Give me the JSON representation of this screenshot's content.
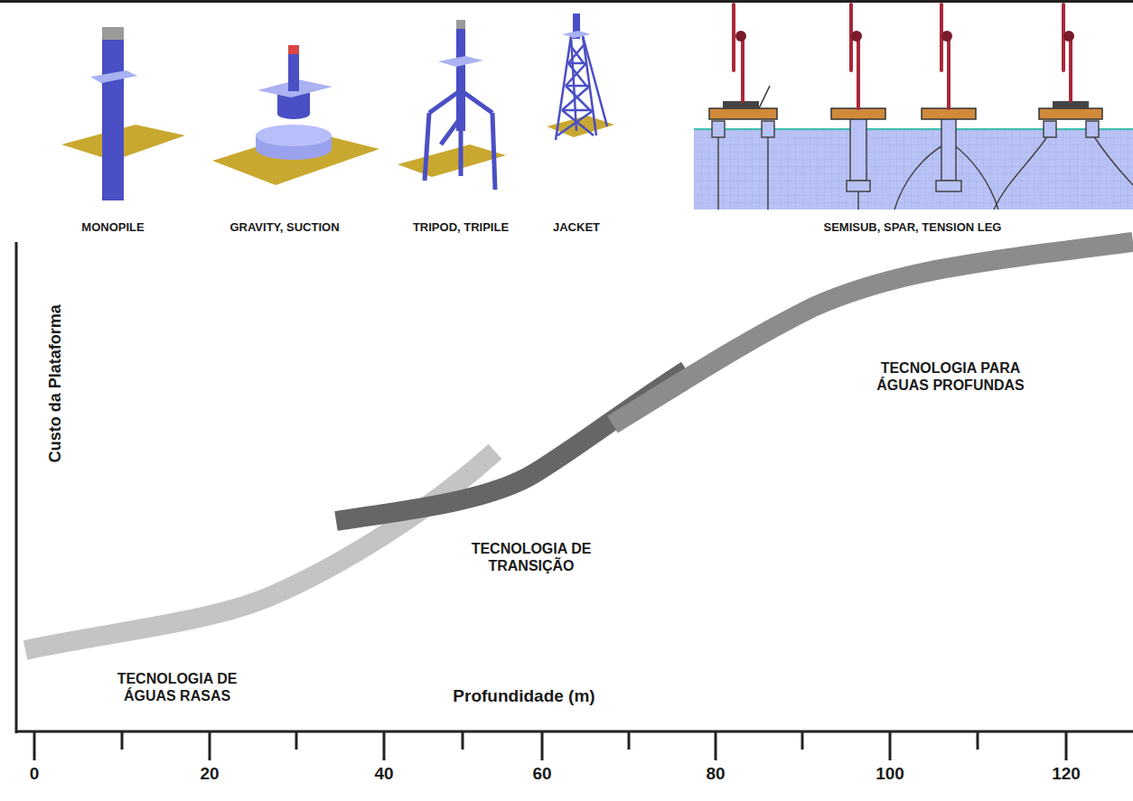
{
  "diagram": {
    "labels": [
      "MONOPILE",
      "GRAVITY, SUCTION",
      "TRIPOD, TRIPILE",
      "JACKET",
      "SEMISUB, SPAR, TENSION LEG",
      "Custo da Plataforma",
      "TECNOLOGIA PARA ÁGUAS PROFUNDAS",
      "TECNOLOGIA DE TRANSIÇÃO",
      "TECNOLOGIA DE ÁGUAS RASAS",
      "Profundidade (m)",
      "0",
      "20",
      "40",
      "60",
      "80",
      "100",
      "120"
    ]
  }
}
